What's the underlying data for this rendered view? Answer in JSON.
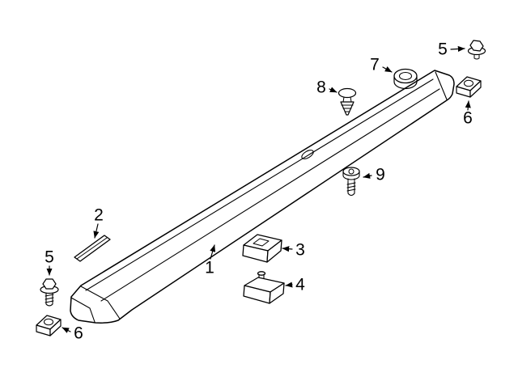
{
  "page": {
    "background_color": "#ffffff",
    "line_color": "#000000"
  },
  "diagram": {
    "type": "exploded-parts-diagram",
    "callouts": [
      {
        "label": "1",
        "part": "rocker-panel-molding"
      },
      {
        "label": "2",
        "part": "mounting-strip"
      },
      {
        "label": "3",
        "part": "retainer-clip"
      },
      {
        "label": "4",
        "part": "retainer-clip-with-stud"
      },
      {
        "label": "5",
        "part": "flange-bolt"
      },
      {
        "label": "6",
        "part": "clip-nut"
      },
      {
        "label": "7",
        "part": "grommet-nut"
      },
      {
        "label": "8",
        "part": "expansion-rivet"
      },
      {
        "label": "9",
        "part": "screw"
      },
      {
        "label": "5",
        "part": "flange-bolt"
      },
      {
        "label": "6",
        "part": "clip-nut"
      }
    ]
  }
}
